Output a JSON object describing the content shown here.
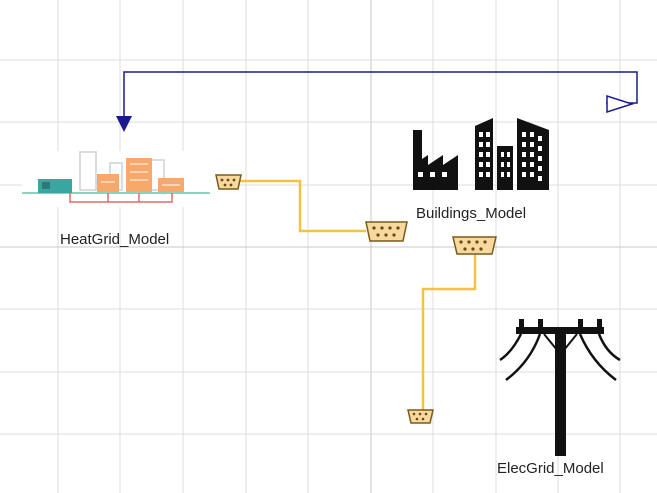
{
  "diagram": {
    "components": [
      {
        "id": "heatgrid",
        "label": "HeatGrid_Model",
        "icon": "city-heat-network-icon"
      },
      {
        "id": "buildings",
        "label": "Buildings_Model",
        "icon": "factory-buildings-icon"
      },
      {
        "id": "elecgrid",
        "label": "ElecGrid_Model",
        "icon": "power-pole-icon"
      }
    ],
    "colors": {
      "grid": "#d9d9d9",
      "connection": "#f4c242",
      "signal": "#1a1a8c",
      "connector_fill": "#f7d9a0",
      "connector_stroke": "#7a5a1a"
    }
  }
}
